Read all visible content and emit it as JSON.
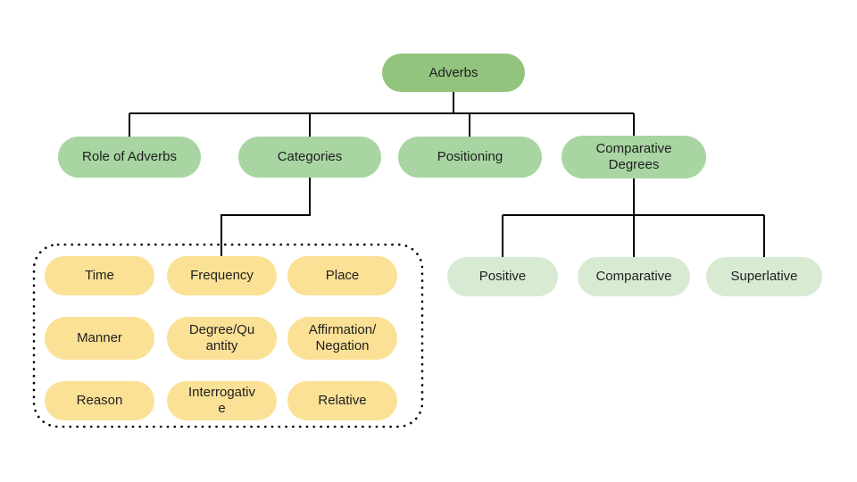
{
  "diagram": {
    "root": {
      "label": "Adverbs"
    },
    "branches": [
      {
        "id": "role-of-adverbs",
        "label": "Role of Adverbs"
      },
      {
        "id": "categories",
        "label": "Categories"
      },
      {
        "id": "positioning",
        "label": "Positioning"
      },
      {
        "id": "comparative-degrees",
        "label": "Comparative\nDegrees"
      }
    ],
    "categories_children": [
      {
        "id": "time",
        "label": "Time"
      },
      {
        "id": "frequency",
        "label": "Frequency"
      },
      {
        "id": "place",
        "label": "Place"
      },
      {
        "id": "manner",
        "label": "Manner"
      },
      {
        "id": "degree-quantity",
        "label": "Degree/Qu\nantity"
      },
      {
        "id": "affirmation-negation",
        "label": "Affirmation/\nNegation"
      },
      {
        "id": "reason",
        "label": "Reason"
      },
      {
        "id": "interrogative",
        "label": "Interrogativ\ne"
      },
      {
        "id": "relative",
        "label": "Relative"
      }
    ],
    "comparative_children": [
      {
        "id": "positive",
        "label": "Positive"
      },
      {
        "id": "comparative",
        "label": "Comparative"
      },
      {
        "id": "superlative",
        "label": "Superlative"
      }
    ]
  },
  "colors": {
    "root_fill": "#93c47d",
    "branch_fill": "#a8d5a2",
    "leaf_green_fill": "#d9ead3",
    "leaf_yellow_fill": "#fbe196",
    "line": "#000000",
    "text": "#1f1f1f",
    "background": "#ffffff"
  }
}
